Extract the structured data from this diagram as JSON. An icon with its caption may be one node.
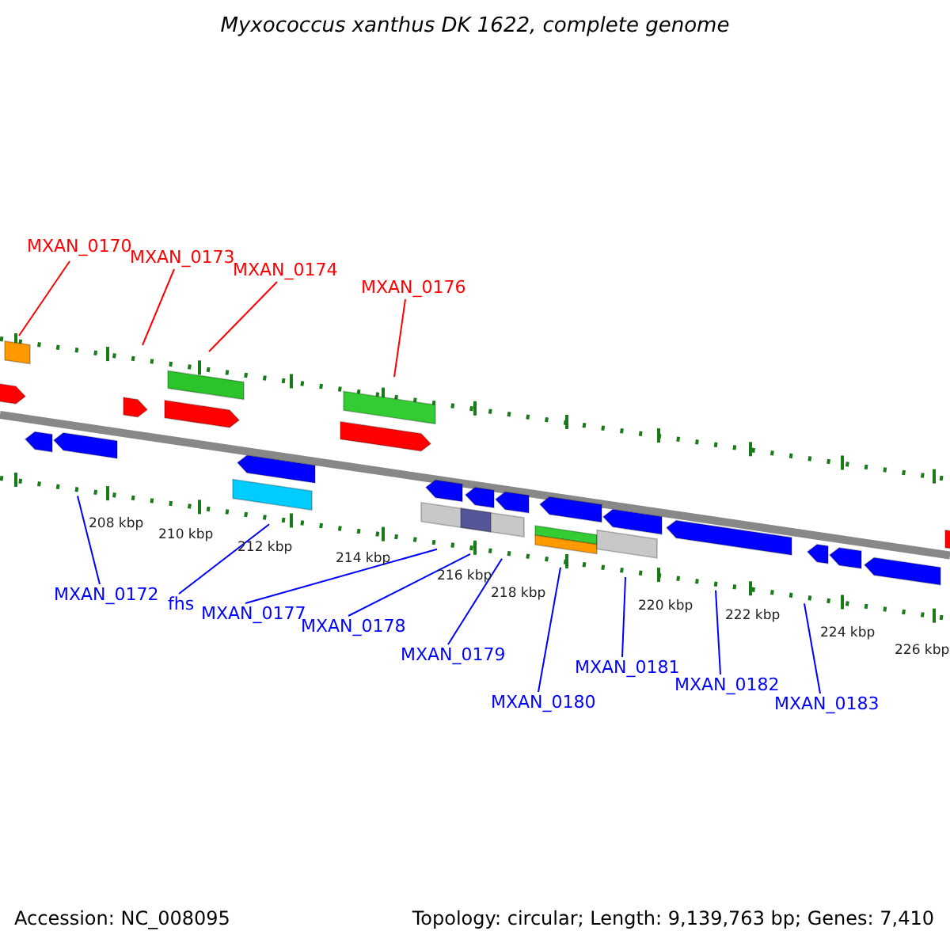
{
  "diagram": {
    "title": "Myxococcus xanthus DK 1622, complete genome",
    "nodes": [
      {
        "text": [
          "MXAN_0170"
        ]
      },
      {
        "text": [
          "MXAN_0173"
        ]
      },
      {
        "text": [
          "MXAN_0174"
        ]
      },
      {
        "text": [
          "MXAN_0176"
        ]
      },
      {
        "text": [
          "MXAN_0172"
        ]
      },
      {
        "text": [
          "fhs"
        ]
      },
      {
        "text": [
          "MXAN_0177"
        ]
      },
      {
        "text": [
          "MXAN_0178"
        ]
      },
      {
        "text": [
          "MXAN_0179"
        ]
      },
      {
        "text": [
          "MXAN_0180"
        ]
      },
      {
        "text": [
          "MXAN_0181"
        ]
      },
      {
        "text": [
          "MXAN_0182"
        ]
      },
      {
        "text": [
          "MXAN_0183"
        ]
      }
    ],
    "edges": [
      {
        "from": 0,
        "to": null,
        "arrow": "none",
        "color": "#ff0000"
      },
      {
        "from": 1,
        "to": null,
        "arrow": "none",
        "color": "#ff0000"
      },
      {
        "from": 2,
        "to": null,
        "arrow": "none",
        "color": "#ff0000"
      },
      {
        "from": 3,
        "to": null,
        "arrow": "none",
        "color": "#ff0000"
      },
      {
        "from": 4,
        "to": null,
        "arrow": "none"
      },
      {
        "from": 5,
        "to": null,
        "arrow": "none"
      },
      {
        "from": 6,
        "to": null,
        "arrow": "none"
      },
      {
        "from": 7,
        "to": null,
        "arrow": "none"
      },
      {
        "from": 8,
        "to": null,
        "arrow": "none"
      },
      {
        "from": 9,
        "to": null,
        "arrow": "none"
      },
      {
        "from": 10,
        "to": null,
        "arrow": "none"
      },
      {
        "from": 11,
        "to": null,
        "arrow": "none"
      },
      {
        "from": 12,
        "to": null,
        "arrow": "none"
      }
    ],
    "labels": [
      "208 kbp",
      "210 kbp",
      "212 kbp",
      "214 kbp",
      "216 kbp",
      "218 kbp",
      "220 kbp",
      "222 kbp",
      "224 kbp",
      "226 kbp",
      "Accession: NC_008095",
      "Topology: circular; Length: 9,139,763 bp; Genes: 7,410"
    ]
  }
}
